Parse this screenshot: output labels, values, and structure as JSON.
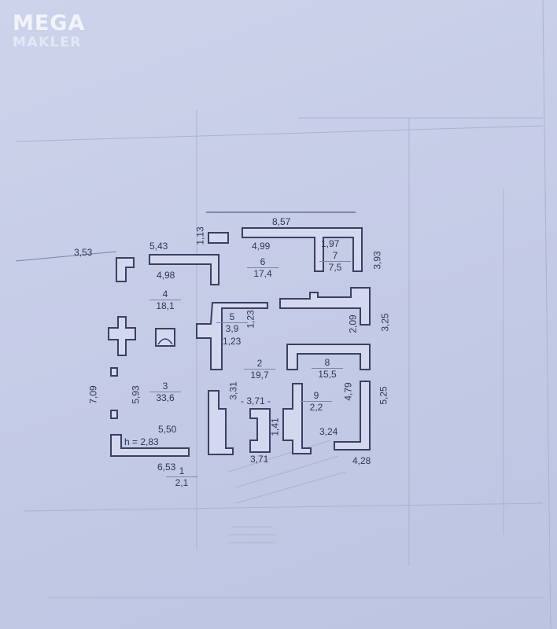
{
  "logo": {
    "line1": "MEGA",
    "line2": "MAKLER"
  },
  "rooms": [
    {
      "number": "1",
      "area": "2,1"
    },
    {
      "number": "2",
      "area": "19,7"
    },
    {
      "number": "3",
      "area": "33,6"
    },
    {
      "number": "4",
      "area": "18,1"
    },
    {
      "number": "5",
      "area": "3,9"
    },
    {
      "number": "6",
      "area": "17,4"
    },
    {
      "number": "7",
      "area": "7,5"
    },
    {
      "number": "8",
      "area": "15,5"
    },
    {
      "number": "9",
      "area": "2,2"
    }
  ],
  "dimensions": {
    "d857": "8,57",
    "d353": "3,53",
    "d543": "5,43",
    "d113": "1,13",
    "d499": "4,99",
    "d197": "1,97",
    "d393": "3,93",
    "d498": "4,98",
    "d123a": "1,23",
    "d123b": "1,23",
    "d209": "2,09",
    "d325": "3,25",
    "d709": "7,09",
    "d593": "5,93",
    "d331": "3,31",
    "d371mid": "- 3,71 -",
    "d141": "1,41",
    "d479": "4,79",
    "d525": "5,25",
    "d550": "5,50",
    "height": "h = 2,83",
    "d324": "3,24",
    "d653": "6,53",
    "d371": "3,71",
    "d428": "4,28"
  },
  "colors": {
    "background": "#c7cde6",
    "walls": "#3a4060"
  }
}
